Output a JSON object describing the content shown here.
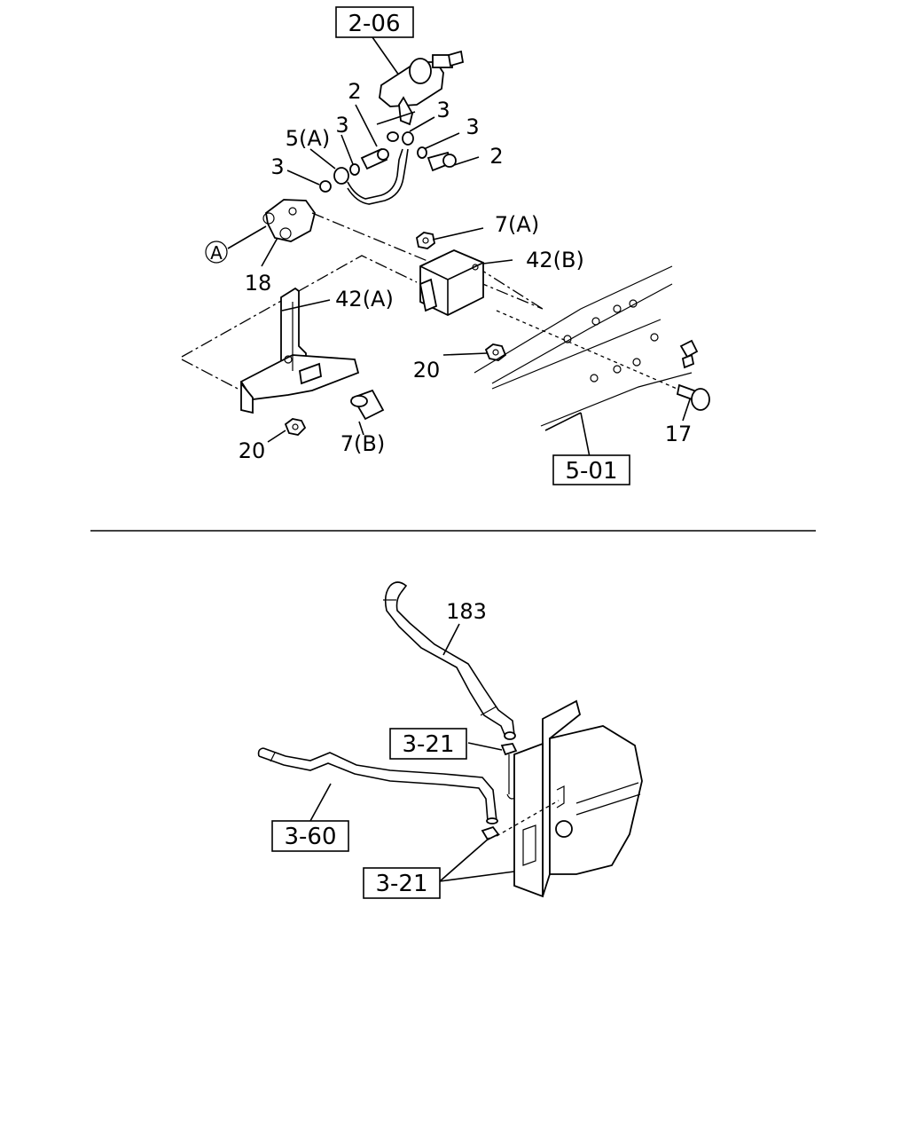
{
  "upper": {
    "refs": {
      "r_2_06": "2-06",
      "r_5_01": "5-01"
    },
    "labels": {
      "l_2a": "2",
      "l_3a": "3",
      "l_3b": "3",
      "l_3c": "3",
      "l_3d": "3",
      "l_2b": "2",
      "l_5a": "5(A)",
      "l_A": "A",
      "l_18": "18",
      "l_7a": "7(A)",
      "l_42b": "42(B)",
      "l_42a": "42(A)",
      "l_20a": "20",
      "l_20b": "20",
      "l_7b": "7(B)",
      "l_17": "17"
    }
  },
  "lower": {
    "refs": {
      "r_3_21a": "3-21",
      "r_3_60": "3-60",
      "r_3_21b": "3-21"
    },
    "labels": {
      "l_183": "183"
    }
  }
}
